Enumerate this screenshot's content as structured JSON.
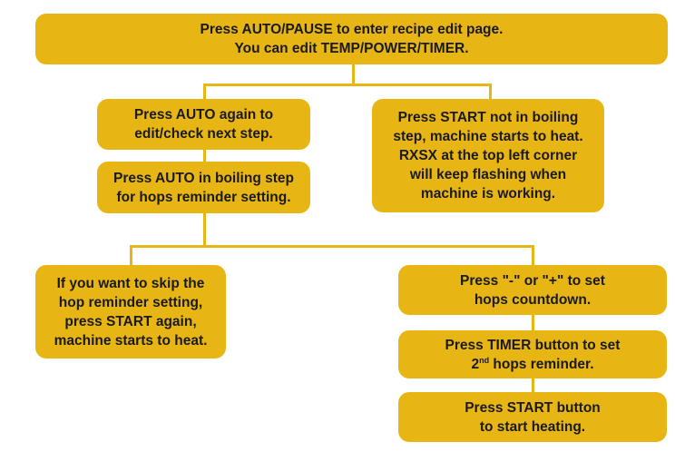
{
  "colors": {
    "box_fill": "#E8B614",
    "connector": "#E8B614",
    "text": "#1a1a1a"
  },
  "boxes": {
    "edit_page": {
      "line1": "Press AUTO/PAUSE to enter recipe edit page.",
      "line2": "You can edit TEMP/POWER/TIMER."
    },
    "auto_again": {
      "line1": "Press AUTO again to",
      "line2": "edit/check next step."
    },
    "auto_boiling": {
      "line1": "Press AUTO in boiling step",
      "line2": "for hops reminder setting."
    },
    "start_not_boiling": {
      "line1": "Press START not in boiling",
      "line2": "step, machine starts to heat.",
      "line3": "RXSX at the top left corner",
      "line4": "will keep flashing when",
      "line5": "machine is working."
    },
    "skip_hop": {
      "line1": "If you want to skip the",
      "line2": "hop reminder setting,",
      "line3": "press START again,",
      "line4": "machine starts to heat."
    },
    "set_countdown": {
      "line1": "Press \"-\" or \"+\" to set",
      "line2": "hops countdown."
    },
    "timer_button": {
      "line1": "Press TIMER button to set",
      "line2_num": "2",
      "line2_sup": "nd",
      "line2_rest": " hops reminder."
    },
    "start_button": {
      "line1": "Press START button",
      "line2": "to start heating."
    }
  }
}
